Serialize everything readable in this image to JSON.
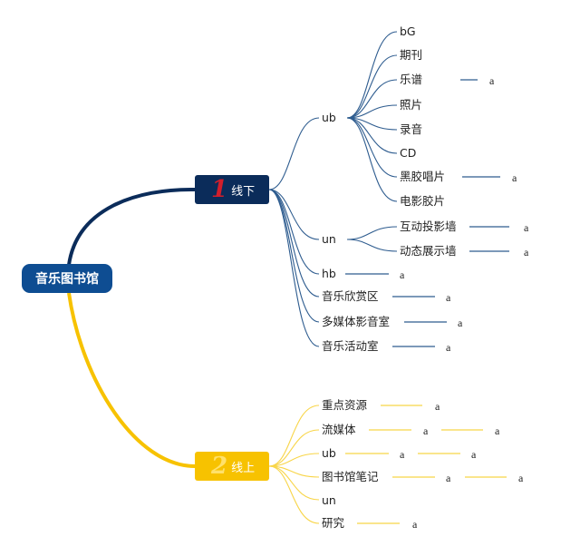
{
  "root": "音乐图书馆",
  "colors": {
    "root": "#0e4d92",
    "branch1": "#0b2c5a",
    "branch2": "#f7c200",
    "edge1": "#2e5c8f",
    "edge2": "#f8d548",
    "num1": "#d21e2b",
    "num2": "#ffe16b"
  },
  "branch1": {
    "num": "1",
    "label": "线下",
    "ub": {
      "label": "ub",
      "items": [
        "bG",
        "期刊",
        "乐谱",
        "照片",
        "录音",
        "CD",
        "黑胶唱片",
        "电影胶片"
      ],
      "tags": {
        "乐谱": "a",
        "黑胶唱片": "a"
      }
    },
    "un": {
      "label": "un",
      "items": [
        "互动投影墙",
        "动态展示墙"
      ],
      "tags": [
        "a",
        "a"
      ]
    },
    "hb": {
      "label": "hb",
      "tag": "a"
    },
    "others": [
      {
        "label": "音乐欣赏区",
        "tag": "a"
      },
      {
        "label": "多媒体影音室",
        "tag": "a"
      },
      {
        "label": "音乐活动室",
        "tag": "a"
      }
    ]
  },
  "branch2": {
    "num": "2",
    "label": "线上",
    "items": [
      {
        "label": "重点资源",
        "tags": [
          "a"
        ]
      },
      {
        "label": "流媒体",
        "tags": [
          "a",
          "a"
        ]
      },
      {
        "label": "ub",
        "tags": [
          "a",
          "a"
        ]
      },
      {
        "label": "图书馆笔记",
        "tags": [
          "a",
          "a"
        ]
      },
      {
        "label": "un",
        "tags": []
      },
      {
        "label": "研究",
        "tags": [
          "a"
        ]
      }
    ]
  }
}
